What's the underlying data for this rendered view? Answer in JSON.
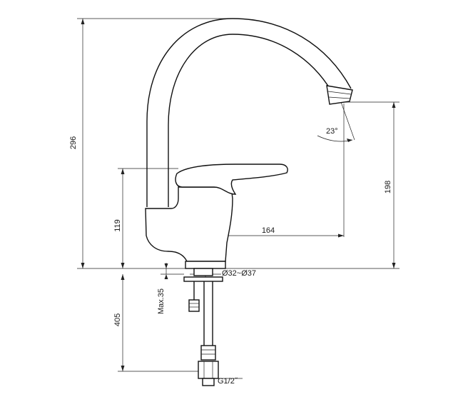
{
  "dimensions": {
    "overall_height": "296",
    "spout_height": "198",
    "spout_reach": "164",
    "base_to_lever": "119",
    "hose_length": "405",
    "deck_thickness": "Max.35",
    "hole_diameter": "Ø32~Ø37",
    "connector_thread": "G1/2˝",
    "spout_angle": "23°"
  }
}
